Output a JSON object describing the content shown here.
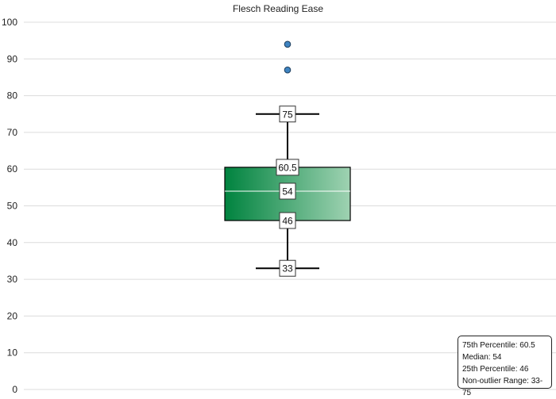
{
  "chart_data": {
    "type": "box",
    "title": "Flesch Reading Ease",
    "ylim": [
      0,
      100
    ],
    "yticks": [
      0,
      10,
      20,
      30,
      40,
      50,
      60,
      70,
      80,
      90,
      100
    ],
    "grid": true,
    "box": {
      "q1": 46,
      "median": 54,
      "q3": 60.5,
      "whisker_low": 33,
      "whisker_high": 75,
      "outliers": [
        87,
        94
      ]
    },
    "value_labels": [
      "75",
      "60.5",
      "54",
      "46",
      "33"
    ],
    "colors": {
      "box_dark": "#00833f",
      "box_light": "#9fd2b2",
      "outlier": "#3f84c1"
    }
  },
  "legend": {
    "placement": "bottom-right",
    "lines": [
      "75th Percentile: 60.5",
      "Median: 54",
      "25th Percentile: 46",
      "Non-outlier Range: 33-75"
    ]
  }
}
